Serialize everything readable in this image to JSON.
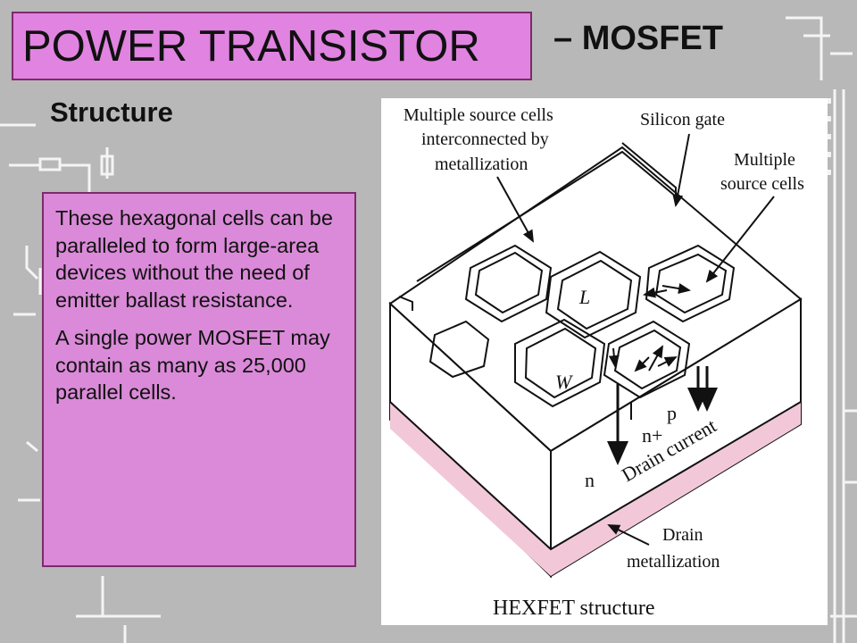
{
  "slide": {
    "title": "POWER TRANSISTOR",
    "subtitle": "– MOSFET",
    "section": "Structure",
    "paragraphs": [
      "These hexagonal cells can be paralleled to form large-area devices without the need of emitter ballast resistance.",
      "A single power MOSFET may contain as many as 25,000 parallel cells."
    ]
  },
  "figure": {
    "caption": "HEXFET structure",
    "labels": {
      "multi_source_interconnected": [
        "Multiple source cells",
        "interconnected by",
        "metallization"
      ],
      "silicon_gate": "Silicon gate",
      "multiple_source_cells": [
        "Multiple",
        "source cells"
      ],
      "L": "L",
      "W": "W",
      "p": "p",
      "n_plus": "n+",
      "n": "n",
      "drain_current": "Drain current",
      "drain_metallization": [
        "Drain",
        "metallization"
      ]
    }
  },
  "colors": {
    "title_bg": "#e183e1",
    "textbox_bg": "#da8ad8",
    "border": "#7c2b6b",
    "background": "#b8b8b8",
    "pink_layer": "#f2c8d8"
  }
}
